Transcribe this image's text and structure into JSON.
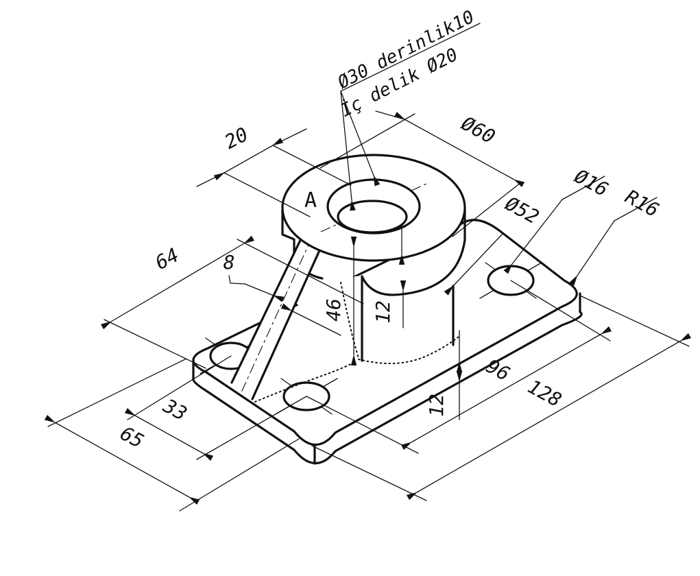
{
  "drawing": {
    "notes": {
      "counterbore": "Ø30 derinlik10",
      "inner_hole": "İç delik Ø20",
      "view": "A"
    },
    "dims": {
      "slot20": "20",
      "d60": "Ø60",
      "d52": "Ø52",
      "d16": "Ø16",
      "r16": "R16",
      "n64": "64",
      "n8": "8",
      "n46": "46",
      "n12_boss": "12",
      "n12_plate": "12",
      "n96": "96",
      "n128": "128",
      "n33": "33",
      "n65": "65"
    },
    "colors": {
      "line": "#111111",
      "background": "#ffffff"
    }
  }
}
